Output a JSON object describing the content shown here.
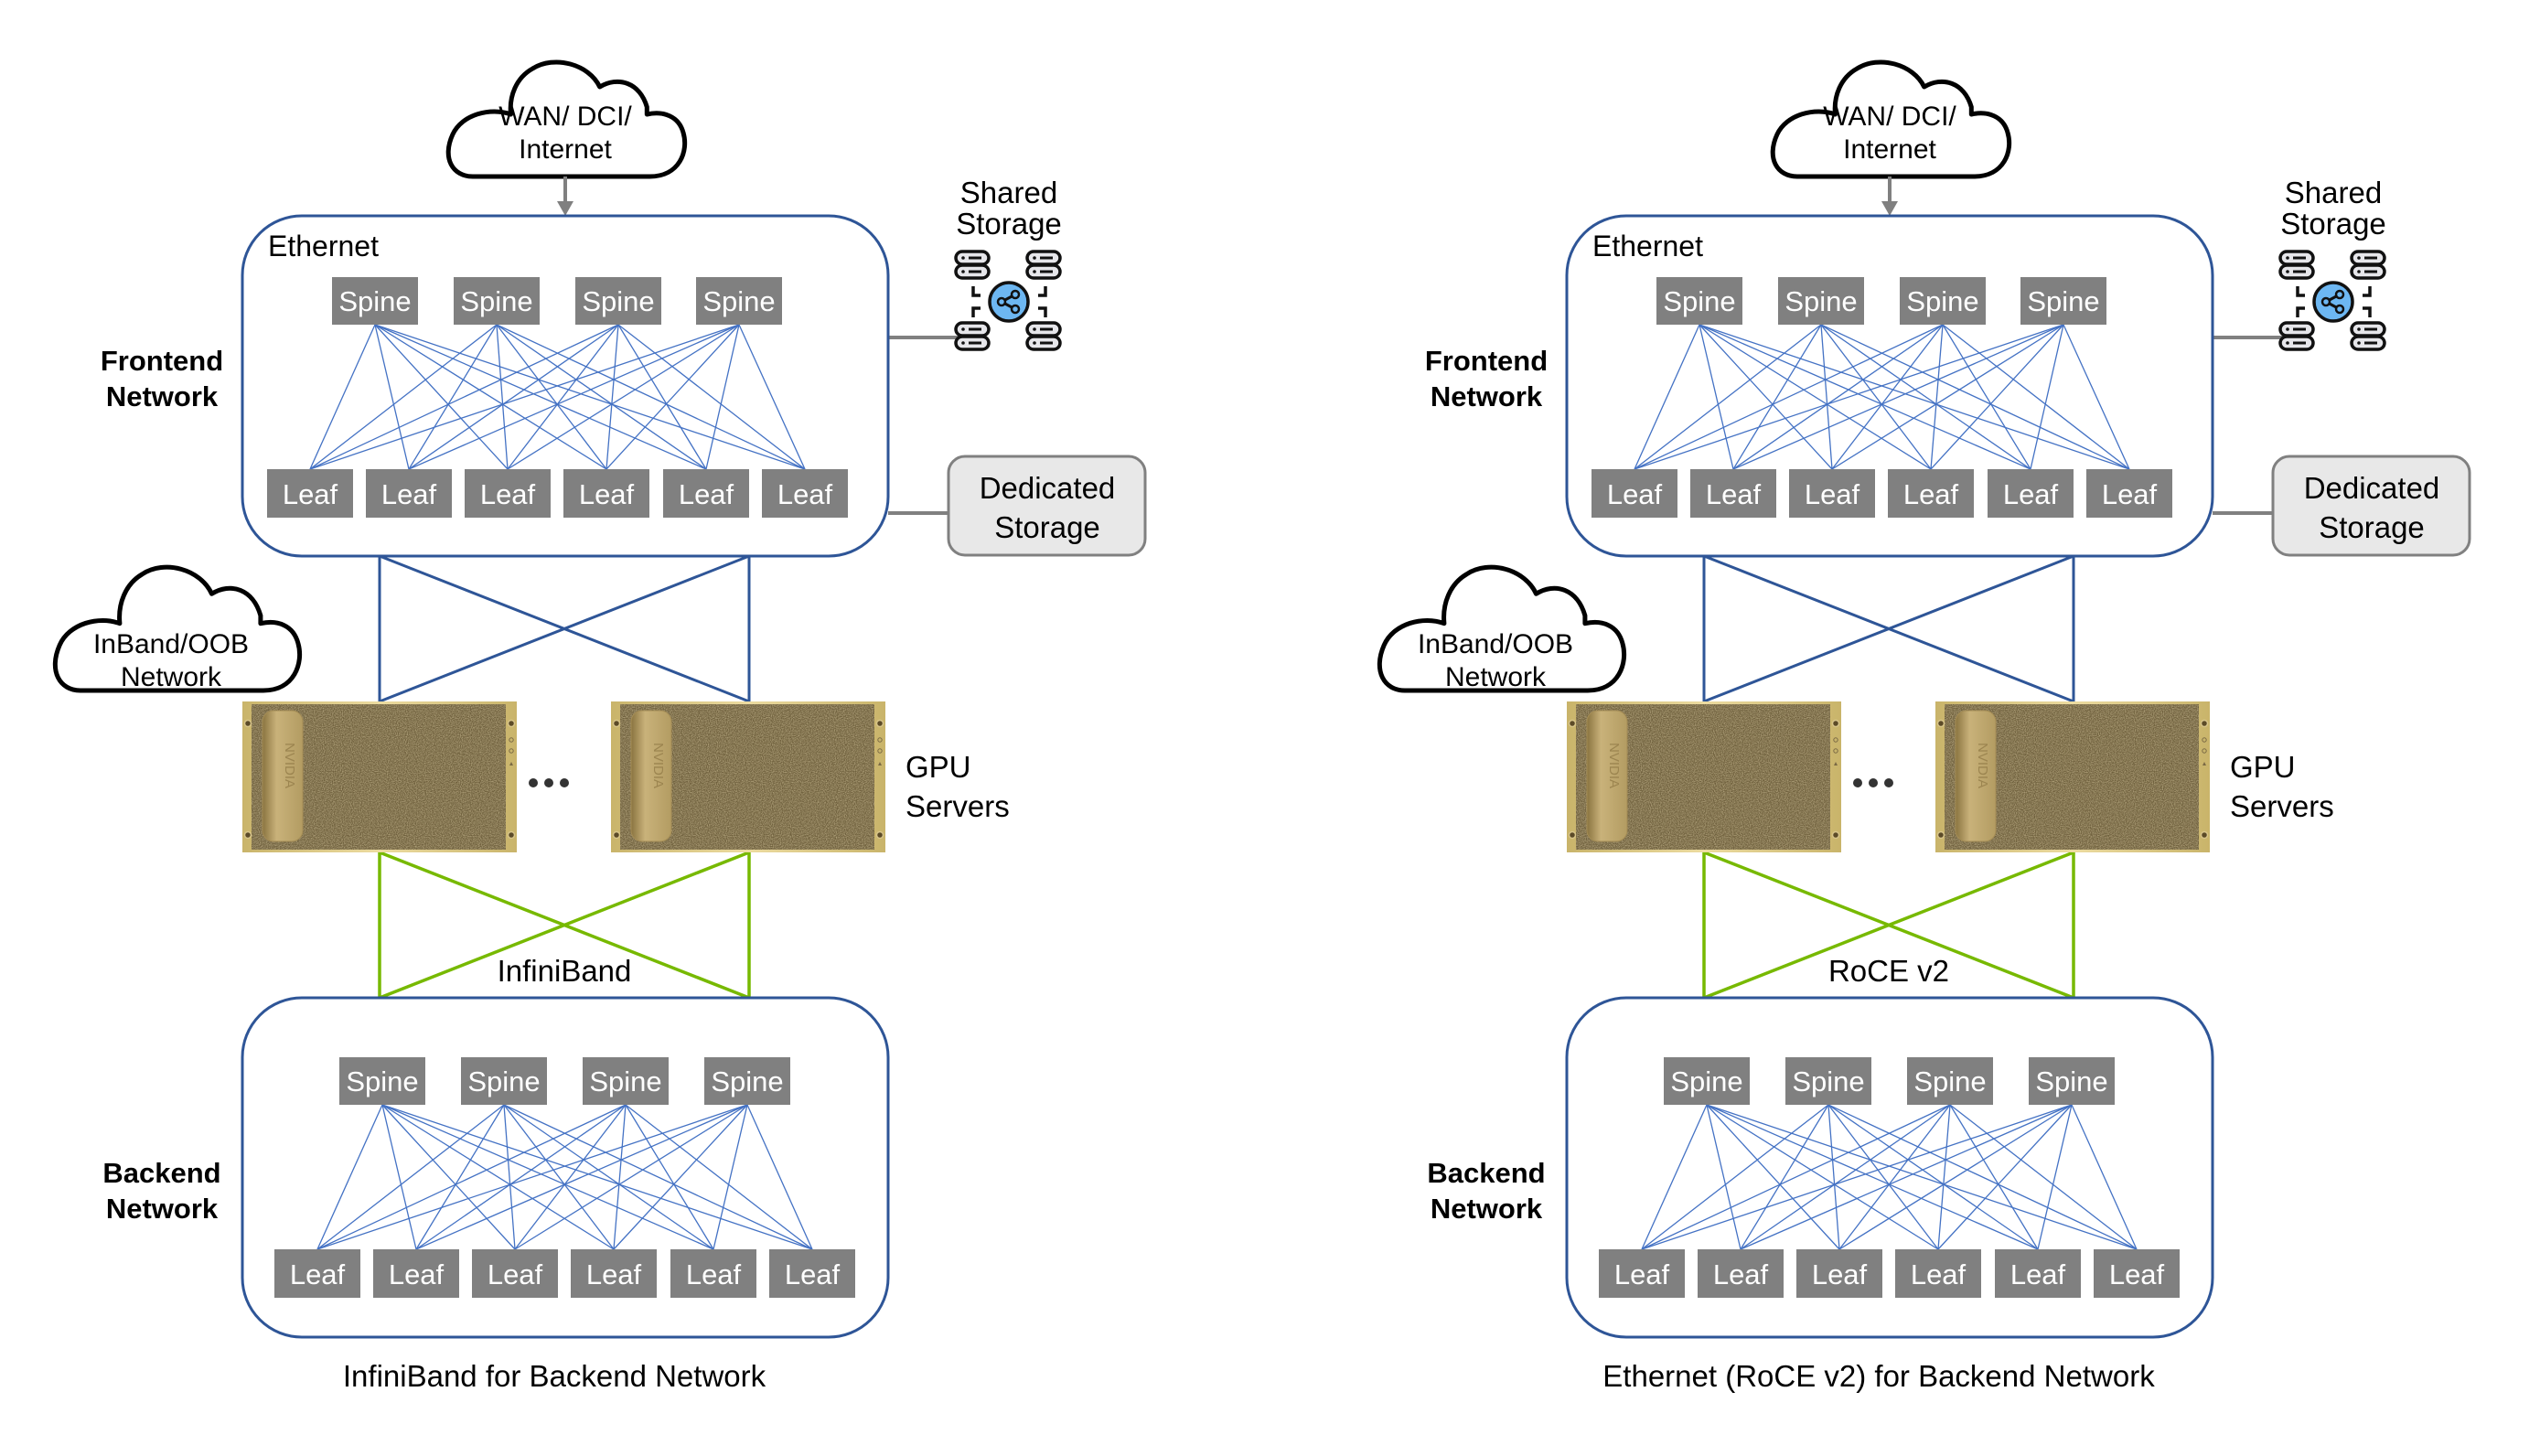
{
  "colors": {
    "frontend_link": "#2e5597",
    "backend_link": "#77b900",
    "mesh_link": "#4472c4",
    "node_fill": "#808080",
    "box_border": "#2e5597",
    "storage_fill": "#e8e8e8",
    "storage_border": "#808080",
    "share_icon_fill": "#6db7f2"
  },
  "panels": [
    {
      "id": "infiniband",
      "wan_cloud": [
        "WAN/ DCI/",
        "Internet"
      ],
      "oob_cloud": [
        "InBand/OOB",
        "Network"
      ],
      "frontend": {
        "side_label": [
          "Frontend",
          "Network"
        ],
        "box_label": "Ethernet",
        "spines": [
          "Spine",
          "Spine",
          "Spine",
          "Spine"
        ],
        "leaves": [
          "Leaf",
          "Leaf",
          "Leaf",
          "Leaf",
          "Leaf",
          "Leaf"
        ]
      },
      "shared_storage": [
        "Shared",
        "Storage"
      ],
      "dedicated_storage": [
        "Dedicated",
        "Storage"
      ],
      "gpu": {
        "label": [
          "GPU",
          "Servers"
        ],
        "ellipsis": "•••",
        "server_logo": "NVIDIA"
      },
      "backend_link_label": "InfiniBand",
      "backend": {
        "side_label": [
          "Backend",
          "Network"
        ],
        "spines": [
          "Spine",
          "Spine",
          "Spine",
          "Spine"
        ],
        "leaves": [
          "Leaf",
          "Leaf",
          "Leaf",
          "Leaf",
          "Leaf",
          "Leaf"
        ]
      },
      "caption": "InfiniBand for Backend Network"
    },
    {
      "id": "roce",
      "wan_cloud": [
        "WAN/ DCI/",
        "Internet"
      ],
      "oob_cloud": [
        "InBand/OOB",
        "Network"
      ],
      "frontend": {
        "side_label": [
          "Frontend",
          "Network"
        ],
        "box_label": "Ethernet",
        "spines": [
          "Spine",
          "Spine",
          "Spine",
          "Spine"
        ],
        "leaves": [
          "Leaf",
          "Leaf",
          "Leaf",
          "Leaf",
          "Leaf",
          "Leaf"
        ]
      },
      "shared_storage": [
        "Shared",
        "Storage"
      ],
      "dedicated_storage": [
        "Dedicated",
        "Storage"
      ],
      "gpu": {
        "label": [
          "GPU",
          "Servers"
        ],
        "ellipsis": "•••",
        "server_logo": "NVIDIA"
      },
      "backend_link_label": "RoCE v2",
      "backend": {
        "side_label": [
          "Backend",
          "Network"
        ],
        "spines": [
          "Spine",
          "Spine",
          "Spine",
          "Spine"
        ],
        "leaves": [
          "Leaf",
          "Leaf",
          "Leaf",
          "Leaf",
          "Leaf",
          "Leaf"
        ]
      },
      "caption": "Ethernet (RoCE v2) for Backend Network"
    }
  ]
}
